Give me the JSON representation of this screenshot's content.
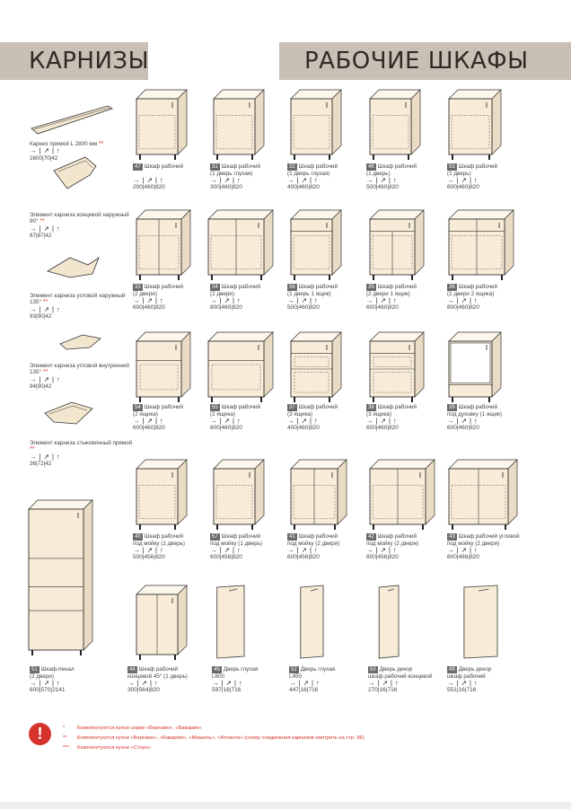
{
  "headers": {
    "left": "КАРНИЗЫ",
    "right": "РАБОЧИЕ ШКАФЫ"
  },
  "arrow_glyphs": "→ | ↗ | ↑",
  "cornices": [
    {
      "name": "Карниз прямой L 2800 мм",
      "mark": "**",
      "dims": "2800|70|42"
    },
    {
      "name": "Элемент карниза концевой наружный 90°",
      "mark": "**",
      "dims": "87|87|42"
    },
    {
      "name": "Элемент карниза угловой наружный 135°",
      "mark": "**",
      "dims": "93|90|42"
    },
    {
      "name": "Элемент карниза угловой внутренний 135°",
      "mark": "**",
      "dims": "94|90|42"
    },
    {
      "name": "Элемент карниза стыковочный прямой",
      "mark": "**",
      "dims": "36|72|42"
    }
  ],
  "cabinets": [
    {
      "num": "47",
      "name": "Шкаф рабочий",
      "sub": "",
      "dims": "200|460|820"
    },
    {
      "num": "31",
      "name": "Шкаф рабочий",
      "sub": "(1 дверь глухая)",
      "dims": "300|460|820"
    },
    {
      "num": "32",
      "name": "Шкаф рабочий",
      "sub": "(1 дверь глухая)",
      "dims": "400|460|820"
    },
    {
      "num": "46",
      "name": "Шкаф рабочий",
      "sub": "(1 дверь)",
      "dims": "500|460|820"
    },
    {
      "num": "53",
      "name": "Шкаф рабочий",
      "sub": "(1 дверь)",
      "dims": "600|460|820"
    },
    {
      "num": "33",
      "name": "Шкаф рабочий",
      "sub": "(2 двери)",
      "dims": "600|460|820"
    },
    {
      "num": "34",
      "name": "Шкаф рабочий",
      "sub": "(2 двери)",
      "dims": "800|460|820"
    },
    {
      "num": "56",
      "name": "Шкаф рабочий",
      "sub": "(1 дверь 1 ящик)",
      "dims": "500|460|820"
    },
    {
      "num": "35",
      "name": "Шкаф рабочий",
      "sub": "(2 двери 1 ящик)",
      "dims": "600|460|820"
    },
    {
      "num": "36",
      "name": "Шкаф рабочий",
      "sub": "(2 двери 2 ящика)",
      "dims": "800|460|820"
    },
    {
      "num": "54",
      "name": "Шкаф рабочий",
      "sub": "(2 ящика)",
      "dims": "600|460|820"
    },
    {
      "num": "55",
      "name": "Шкаф рабочий",
      "sub": "(2 ящика)",
      "dims": "800|460|820"
    },
    {
      "num": "37",
      "name": "Шкаф рабочий",
      "sub": "(3 ящика)",
      "dims": "400|460|820"
    },
    {
      "num": "38",
      "name": "Шкаф рабочий",
      "sub": "(3 ящика)",
      "dims": "600|460|820"
    },
    {
      "num": "39",
      "name": "Шкаф рабочий",
      "sub": "под духовку (1 ящик)",
      "dims": "600|460|820"
    },
    {
      "num": "40",
      "name": "Шкаф рабочий",
      "sub": "под мойку (1 дверь)",
      "dims": "500|456|820"
    },
    {
      "num": "57",
      "name": "Шкаф рабочий",
      "sub": "под мойку (1 дверь)",
      "dims": "600|456|820"
    },
    {
      "num": "41",
      "name": "Шкаф рабочий",
      "sub": "под мойку (2 двери)",
      "dims": "600|456|820"
    },
    {
      "num": "42",
      "name": "Шкаф рабочий",
      "sub": "под мойку (2 двери)",
      "dims": "800|456|820"
    },
    {
      "num": "43",
      "name": "Шкаф рабочий угловой",
      "sub": "под мойку (2 двери)",
      "dims": "800|486|820"
    },
    {
      "num": "51",
      "name": "Шкаф-пенал",
      "sub": "(2 двери)",
      "dims": "600|570|2141"
    },
    {
      "num": "44",
      "name": "Шкаф рабочий",
      "sub": "концевой 45° (1 дверь)",
      "dims": "300|564|820"
    },
    {
      "num": "45",
      "name": "Дверь глухая",
      "sub": "L600",
      "dims": "597|16|716"
    },
    {
      "num": "52",
      "name": "Дверь глухая",
      "sub": "L450",
      "dims": "447|16|716"
    },
    {
      "num": "50",
      "name": "Дверь декор",
      "sub": "шкаф рабочий концевой",
      "dims": "270|16|716"
    },
    {
      "num": "49",
      "name": "Дверь декор",
      "sub": "шкаф рабочий",
      "dims": "551|16|716"
    }
  ],
  "notes": [
    {
      "mark": "*",
      "text": "Комплектуются кухни серии «Бергамо», «Бавария»"
    },
    {
      "mark": "**",
      "text": "Комплектуются кухни «Бергамо», «Бавария», «Мишель», «Атланта» (схему соединения карнизов смотреть на стр. 96)"
    },
    {
      "mark": "***",
      "text": "Комплектуются кухни «Стоун»"
    }
  ],
  "footer_icon": "!"
}
